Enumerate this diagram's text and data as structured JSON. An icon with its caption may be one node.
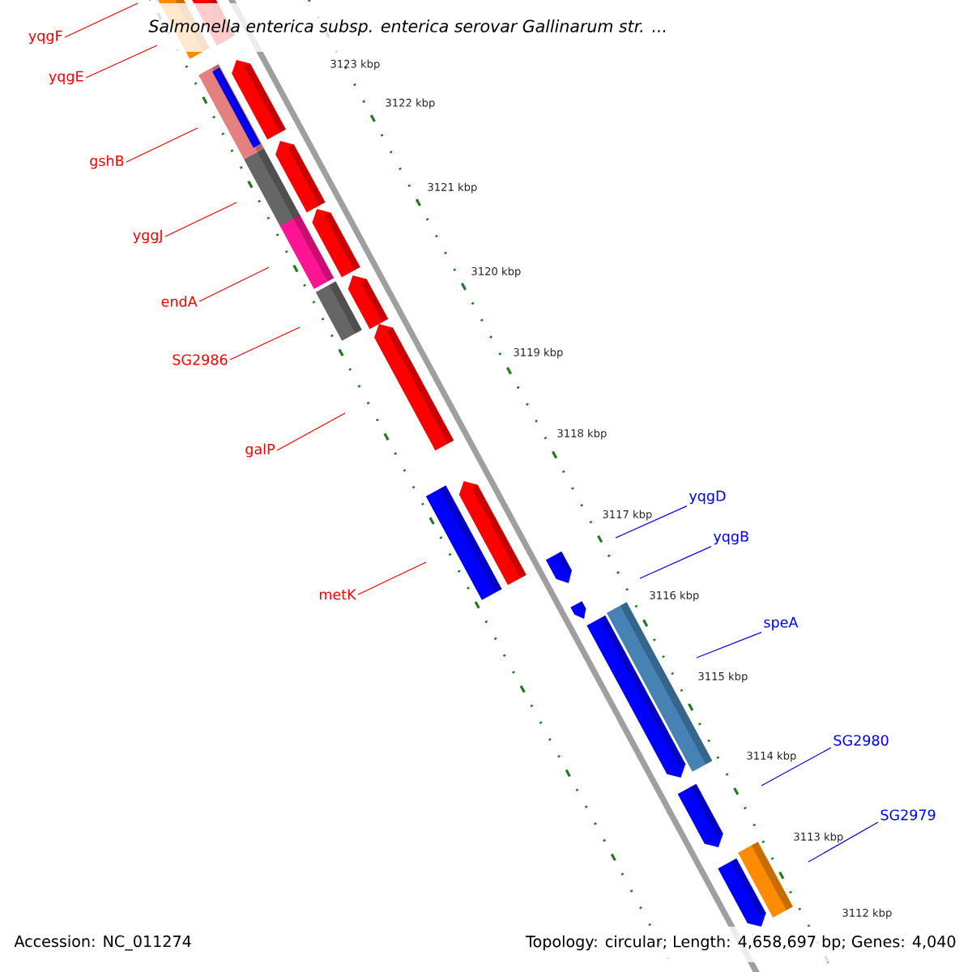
{
  "diagram": {
    "title": "Salmonella enterica subsp. enterica serovar Gallinarum str. ...",
    "nodes": [
      {
        "text": [
          "yqgF"
        ]
      },
      {
        "text": [
          "yqgE"
        ]
      },
      {
        "text": [
          "gshB"
        ]
      },
      {
        "text": [
          "yggJ"
        ]
      },
      {
        "text": [
          "endA"
        ]
      },
      {
        "text": [
          "SG2986"
        ]
      },
      {
        "text": [
          "galP"
        ]
      },
      {
        "text": [
          "metK"
        ]
      },
      {
        "text": [
          "yqgD"
        ]
      },
      {
        "text": [
          "yqgB"
        ]
      },
      {
        "text": [
          "speA"
        ]
      },
      {
        "text": [
          "SG2980"
        ]
      },
      {
        "text": [
          "SG2979"
        ]
      }
    ],
    "edges": [
      {
        "from": 0,
        "to": null,
        "arrow": "none"
      },
      {
        "from": 1,
        "to": null,
        "arrow": "none"
      },
      {
        "from": 2,
        "to": null,
        "arrow": "none"
      },
      {
        "from": 3,
        "to": null,
        "arrow": "none"
      },
      {
        "from": 4,
        "to": null,
        "arrow": "none"
      },
      {
        "from": 5,
        "to": null,
        "arrow": "none"
      },
      {
        "from": 6,
        "to": null,
        "arrow": "none"
      },
      {
        "from": 7,
        "to": null,
        "arrow": "none"
      },
      {
        "from": 8,
        "to": null,
        "arrow": "none",
        "color": "#0000ff"
      },
      {
        "from": 9,
        "to": null,
        "arrow": "none",
        "color": "#0000ff"
      },
      {
        "from": 10,
        "to": null,
        "arrow": "none",
        "color": "#0000ff"
      },
      {
        "from": 11,
        "to": null,
        "arrow": "none",
        "color": "#0000ff"
      },
      {
        "from": 12,
        "to": null,
        "arrow": "none",
        "color": "#0000ff"
      }
    ],
    "labels": [
      "3123 kbp",
      "3122 kbp",
      "3121 kbp",
      "3120 kbp",
      "3119 kbp",
      "3118 kbp",
      "3117 kbp",
      "3116 kbp",
      "3115 kbp",
      "3114 kbp",
      "3113 kbp",
      "3112 kbp",
      "Accession: NC_011274",
      "Topology: circular; Length: 4,658,697 bp; Genes: 4,040"
    ]
  }
}
